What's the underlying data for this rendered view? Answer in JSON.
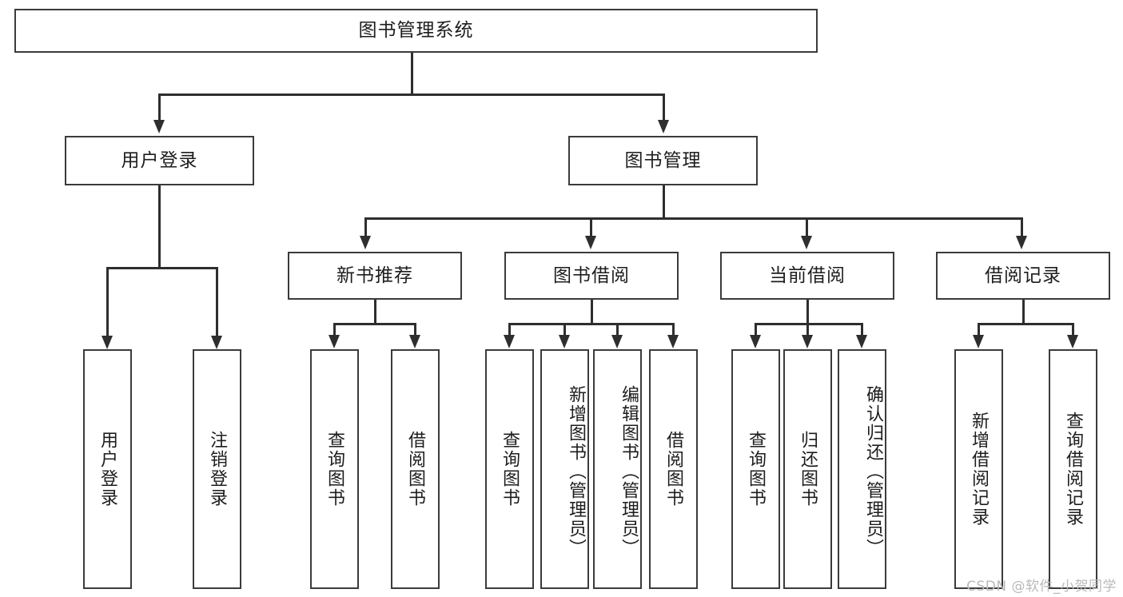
{
  "diagram": {
    "type": "tree-hierarchy",
    "title": "图书管理系统",
    "watermark": "CSDN @软件_小贺同学",
    "colors": {
      "box_border": "#3b3b3b",
      "connector": "#2e2e2e",
      "background": "#ffffff",
      "text": "#1d1d1d",
      "watermark": "#b9b9b9"
    },
    "root": {
      "label": "图书管理系统"
    },
    "level2": [
      {
        "label": "用户登录"
      },
      {
        "label": "图书管理"
      }
    ],
    "level3": [
      {
        "label": "新书推荐"
      },
      {
        "label": "图书借阅"
      },
      {
        "label": "当前借阅"
      },
      {
        "label": "借阅记录"
      }
    ],
    "leaves": {
      "user_login": [
        {
          "label": "用户登录"
        },
        {
          "label": "注销登录"
        }
      ],
      "new_book": [
        {
          "label": "查询图书"
        },
        {
          "label": "借阅图书"
        }
      ],
      "book_borrow": [
        {
          "label": "查询图书"
        },
        {
          "label": "新增图书（管理员）"
        },
        {
          "label": "编辑图书（管理员）"
        },
        {
          "label": "借阅图书"
        }
      ],
      "current_borrow": [
        {
          "label": "查询图书"
        },
        {
          "label": "归还图书"
        },
        {
          "label": "确认归还（管理员）"
        }
      ],
      "borrow_record": [
        {
          "label": "新增借阅记录"
        },
        {
          "label": "查询借阅记录"
        }
      ]
    }
  }
}
